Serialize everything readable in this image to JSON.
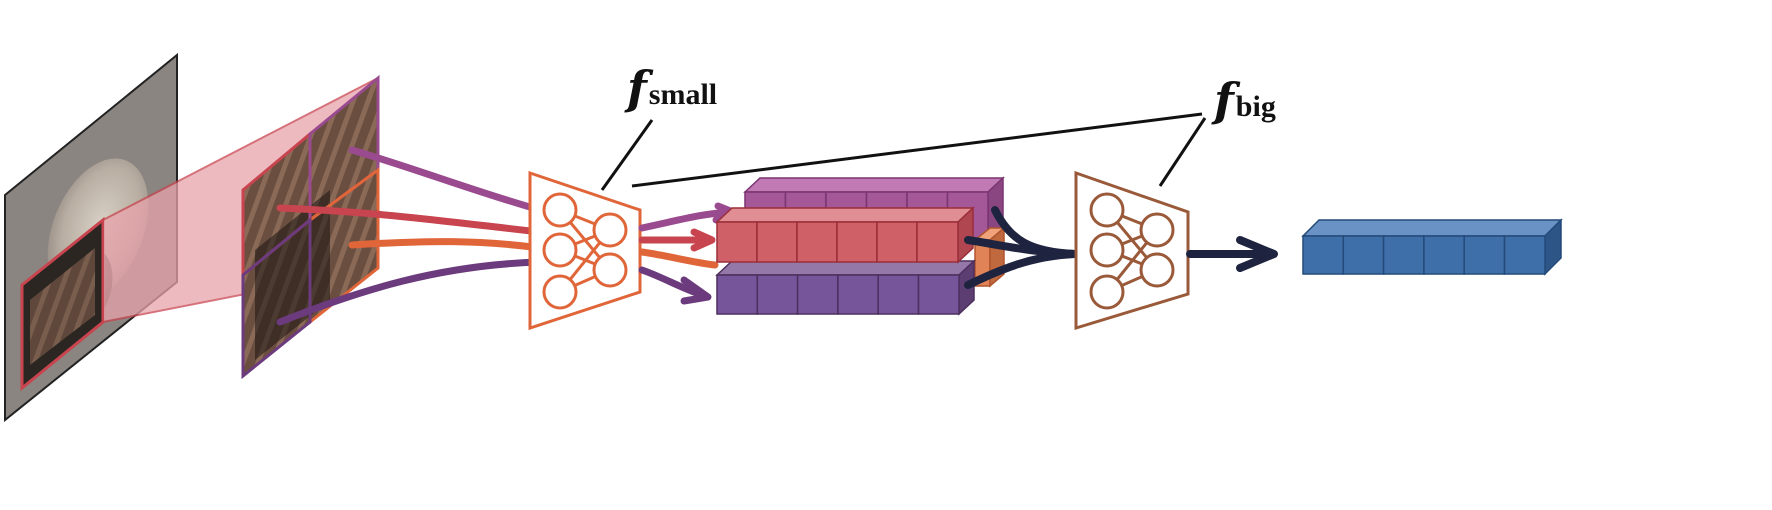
{
  "labels": {
    "small_f": "f",
    "small_sub": "small",
    "big_f": "f",
    "big_sub": "big"
  },
  "colors": {
    "background": "#ffffff",
    "frame_gray": "#8a8580",
    "red": "#c8444f",
    "purple": "#6c3b7d",
    "orange": "#e0663a",
    "magenta": "#9a4a8e",
    "navy": "#1e2440",
    "brown": "#9a5a3a",
    "blue": "#3f6fa8",
    "pink_projection": "#e8a3ab"
  },
  "icons": {
    "input_image": "seashell-photo-icon",
    "patch_grid": "zoomed-patch-grid-icon",
    "small_network": "neural-network-icon",
    "big_network": "neural-network-icon",
    "output_vector": "feature-vector-icon"
  }
}
